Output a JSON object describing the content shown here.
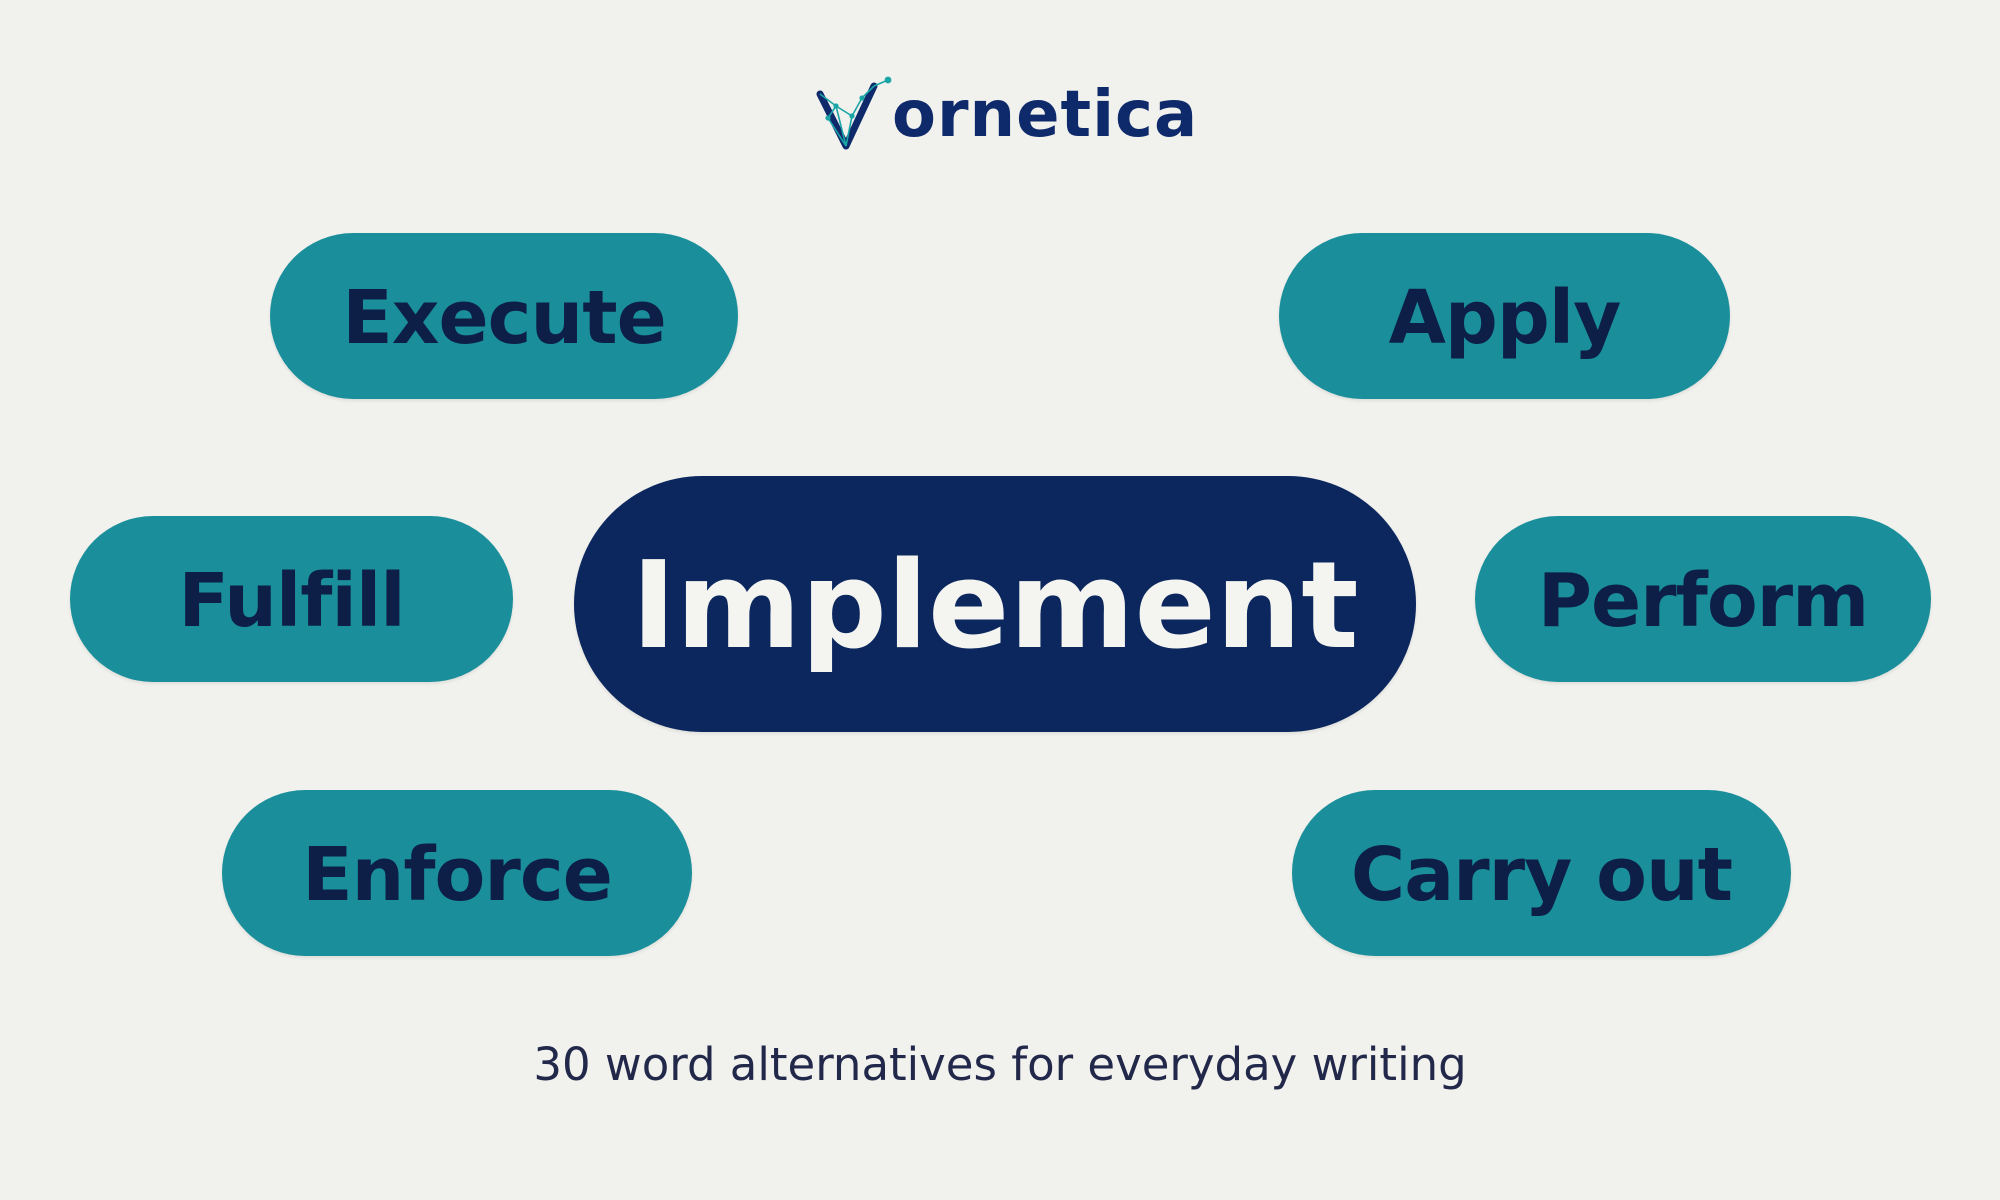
{
  "logo": {
    "text": "ornetica",
    "icon": "vornetica-v-network-icon",
    "color": "#0e2a6b",
    "accent": "#1aa6a6"
  },
  "center": {
    "label": "Implement",
    "color": "#0b275e"
  },
  "alternatives": [
    {
      "label": "Execute"
    },
    {
      "label": "Apply"
    },
    {
      "label": "Fulfill"
    },
    {
      "label": "Perform"
    },
    {
      "label": "Enforce"
    },
    {
      "label": "Carry out"
    }
  ],
  "pill_color": "#1a8f9b",
  "pill_text_color": "#0d1f47",
  "caption": "30 word alternatives for everyday writing"
}
